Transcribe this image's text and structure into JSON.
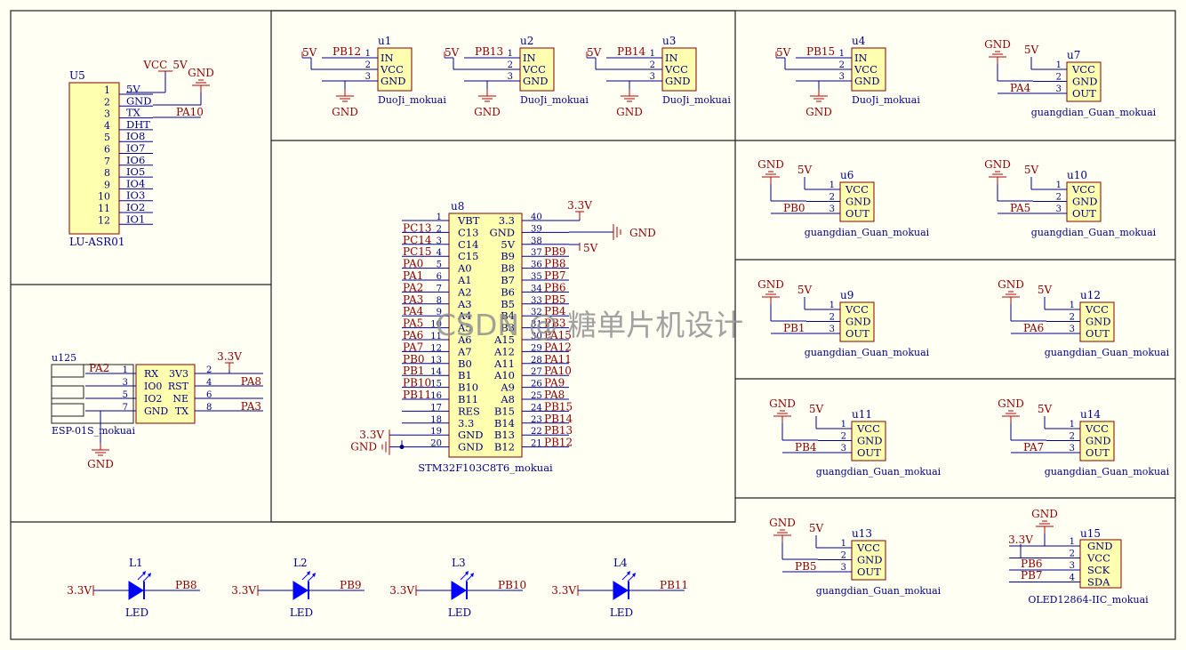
{
  "colors": {
    "background": "#fffff4",
    "frame": "#202020",
    "wire": "#00008b",
    "net_label": "#8b0000",
    "part": "#b00000",
    "body_fill": "#ffffb0",
    "body_stroke": "#800000",
    "text": "#000080",
    "led": "#0000ff",
    "watermark": "#909090"
  },
  "watermark": "CSDN @ 糖单片机设计",
  "asr": {
    "designator": "U5",
    "name": "LU-ASR01",
    "pins": [
      {
        "num": "1",
        "name": "5V"
      },
      {
        "num": "2",
        "name": "GND"
      },
      {
        "num": "3",
        "name": "TX"
      },
      {
        "num": "4",
        "name": "DHT"
      },
      {
        "num": "5",
        "name": "IO8"
      },
      {
        "num": "6",
        "name": "IO7"
      },
      {
        "num": "7",
        "name": "IO6"
      },
      {
        "num": "8",
        "name": "IO5"
      },
      {
        "num": "9",
        "name": "IO4"
      },
      {
        "num": "10",
        "name": "IO3"
      },
      {
        "num": "11",
        "name": "IO2"
      },
      {
        "num": "12",
        "name": "IO1"
      }
    ],
    "vcc_label": "VCC_5V",
    "gnd_label": "GND",
    "tx_net": "PA10"
  },
  "esp": {
    "designator": "u125",
    "name": "ESP-01S_mokuai",
    "pins_left": [
      {
        "num": "1",
        "name": "RX",
        "net": "PA2"
      },
      {
        "num": "3",
        "name": "IO0",
        "net": ""
      },
      {
        "num": "5",
        "name": "IO2",
        "net": ""
      },
      {
        "num": "7",
        "name": "GND",
        "net": ""
      }
    ],
    "pins_right": [
      {
        "num": "2",
        "name": "3V3",
        "net": ""
      },
      {
        "num": "4",
        "name": "RST",
        "net": "PA8"
      },
      {
        "num": "6",
        "name": "NE",
        "net": ""
      },
      {
        "num": "8",
        "name": "TX",
        "net": "PA3"
      }
    ],
    "vcc_label": "3.3V",
    "gnd_label": "GND"
  },
  "servos": [
    {
      "designator": "u1",
      "name": "DuoJi_mokuai",
      "net": "PB12"
    },
    {
      "designator": "u2",
      "name": "DuoJi_mokuai",
      "net": "PB13"
    },
    {
      "designator": "u3",
      "name": "DuoJi_mokuai",
      "net": "PB14"
    },
    {
      "designator": "u4",
      "name": "DuoJi_mokuai",
      "net": "PB15"
    }
  ],
  "servo_common": {
    "vcc": "5V",
    "gnd": "GND",
    "pins": [
      "IN",
      "VCC",
      "GND"
    ],
    "nums": [
      "1",
      "2",
      "3"
    ]
  },
  "sensors": [
    {
      "designator": "u7",
      "net": "PA4"
    },
    {
      "designator": "u6",
      "net": "PB0"
    },
    {
      "designator": "u10",
      "net": "PA5"
    },
    {
      "designator": "u9",
      "net": "PB1"
    },
    {
      "designator": "u12",
      "net": "PA6"
    },
    {
      "designator": "u11",
      "net": "PB4"
    },
    {
      "designator": "u14",
      "net": "PA7"
    },
    {
      "designator": "u13",
      "net": "PB5"
    }
  ],
  "sensor_common": {
    "name": "guangdian_Guan_mokuai",
    "gnd": "GND",
    "vcc": "5V",
    "pins": [
      "VCC",
      "GND",
      "OUT"
    ],
    "nums": [
      "1",
      "2",
      "3"
    ]
  },
  "oled": {
    "designator": "u15",
    "name": "OLED12864-IIC_mokuai",
    "pins": [
      {
        "num": "1",
        "name": "GND"
      },
      {
        "num": "2",
        "name": "VCC"
      },
      {
        "num": "3",
        "name": "SCK"
      },
      {
        "num": "4",
        "name": "SDA"
      }
    ],
    "gnd_label": "GND",
    "vcc_label": "3.3V",
    "sck_net": "PB6",
    "sda_net": "PB7"
  },
  "mcu": {
    "designator": "u8",
    "name": "STM32F103C8T6_mokuai",
    "left": [
      {
        "num": "1",
        "name": "VBT",
        "net": ""
      },
      {
        "num": "2",
        "name": "C13",
        "net": "PC13"
      },
      {
        "num": "3",
        "name": "C14",
        "net": "PC14"
      },
      {
        "num": "4",
        "name": "C15",
        "net": "PC15"
      },
      {
        "num": "5",
        "name": "A0",
        "net": "PA0"
      },
      {
        "num": "6",
        "name": "A1",
        "net": "PA1"
      },
      {
        "num": "7",
        "name": "A2",
        "net": "PA2"
      },
      {
        "num": "8",
        "name": "A3",
        "net": "PA3"
      },
      {
        "num": "9",
        "name": "A4",
        "net": "PA4"
      },
      {
        "num": "10",
        "name": "A5",
        "net": "PA5"
      },
      {
        "num": "11",
        "name": "A6",
        "net": "PA6"
      },
      {
        "num": "12",
        "name": "A7",
        "net": "PA7"
      },
      {
        "num": "13",
        "name": "B0",
        "net": "PB0"
      },
      {
        "num": "14",
        "name": "B1",
        "net": "PB1"
      },
      {
        "num": "15",
        "name": "B10",
        "net": "PB10"
      },
      {
        "num": "16",
        "name": "B11",
        "net": "PB11"
      },
      {
        "num": "17",
        "name": "RES",
        "net": ""
      },
      {
        "num": "18",
        "name": "3.3",
        "net": ""
      },
      {
        "num": "19",
        "name": "GND",
        "net": ""
      },
      {
        "num": "20",
        "name": "GND",
        "net": ""
      }
    ],
    "right": [
      {
        "num": "40",
        "name": "3.3",
        "net": ""
      },
      {
        "num": "39",
        "name": "GND",
        "net": ""
      },
      {
        "num": "38",
        "name": "5V",
        "net": ""
      },
      {
        "num": "37",
        "name": "B9",
        "net": "PB9"
      },
      {
        "num": "36",
        "name": "B8",
        "net": "PB8"
      },
      {
        "num": "35",
        "name": "B7",
        "net": "PB7"
      },
      {
        "num": "34",
        "name": "B6",
        "net": "PB6"
      },
      {
        "num": "33",
        "name": "B5",
        "net": "PB5"
      },
      {
        "num": "32",
        "name": "B4",
        "net": "PB4"
      },
      {
        "num": "31",
        "name": "B3",
        "net": "PB3"
      },
      {
        "num": "30",
        "name": "A15",
        "net": "PA15"
      },
      {
        "num": "29",
        "name": "A12",
        "net": "PA12"
      },
      {
        "num": "28",
        "name": "A11",
        "net": "PA11"
      },
      {
        "num": "27",
        "name": "A10",
        "net": "PA10"
      },
      {
        "num": "26",
        "name": "A9",
        "net": "PA9"
      },
      {
        "num": "25",
        "name": "A8",
        "net": "PA8"
      },
      {
        "num": "24",
        "name": "B15",
        "net": "PB15"
      },
      {
        "num": "23",
        "name": "B14",
        "net": "PB14"
      },
      {
        "num": "22",
        "name": "B13",
        "net": "PB13"
      },
      {
        "num": "21",
        "name": "B12",
        "net": "PB12"
      }
    ],
    "v33_label": "3.3V",
    "gnd_label": "GND",
    "v5_label": "5V"
  },
  "leds": [
    {
      "designator": "L1",
      "label": "LED",
      "supply": "3.3V",
      "net": "PB8"
    },
    {
      "designator": "L2",
      "label": "LED",
      "supply": "3.3V",
      "net": "PB9"
    },
    {
      "designator": "L3",
      "label": "LED",
      "supply": "3.3V",
      "net": "PB10"
    },
    {
      "designator": "L4",
      "label": "LED",
      "supply": "3.3V",
      "net": "PB11"
    }
  ]
}
